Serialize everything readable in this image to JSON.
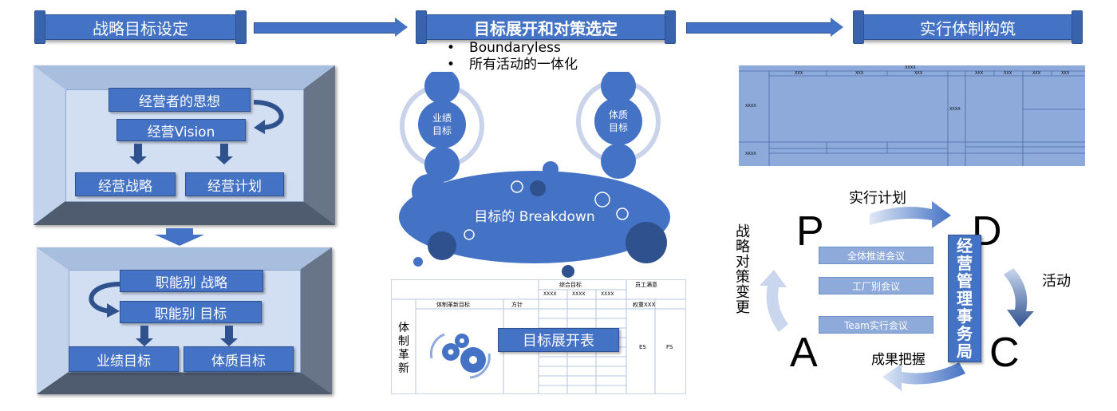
{
  "stages": {
    "s1": "战略目标设定",
    "s2": "目标展开和对策选定",
    "s3": "实行体制构筑"
  },
  "panel_top": {
    "thought": "经营者的思想",
    "vision": "经营Vision",
    "strategy": "经营战略",
    "plan": "经营计划"
  },
  "panel_bottom": {
    "func_strategy": "职能别  战略",
    "func_goal": "职能别  目标",
    "perf_goal": "业绩目标",
    "quality_goal": "体质目标"
  },
  "bullets": [
    "Boundaryless",
    "所有活动的一体化"
  ],
  "circles": {
    "left": "业绩\n目标",
    "right": "体质\n目标",
    "breakdown": "目标的 Breakdown"
  },
  "goal_table": {
    "title": "目标展开表",
    "col_reform": "体制革新目标",
    "col_plan": "方针",
    "col_overall": "综合目标",
    "col_staff": "员工满意",
    "col_weight": "权重XXX",
    "cells_xxx": [
      "XXXX",
      "XXXX",
      "XXXX"
    ],
    "es": "ES",
    "fs": "FS",
    "row_label": "体制革新"
  },
  "org_table": {
    "top": "XXXX",
    "left1": "XXXX",
    "left2": "XXXX",
    "mid": "XXXX",
    "heads": [
      "XXX",
      "XXX",
      "XXX",
      "XXX",
      "XXX",
      "XXX",
      "XXX"
    ]
  },
  "pdca": {
    "p": "P",
    "d": "D",
    "c": "C",
    "a": "A",
    "plan_label": "实行计划",
    "activity": "活动",
    "result": "成果把握",
    "strategy_change": "战略对策变更",
    "office": "经营管理事务局",
    "meetings": [
      "全体推进会议",
      "工厂别会议",
      "Team实行会议"
    ]
  },
  "colors": {
    "primary": "#4472c4",
    "dark": "#2f528f",
    "light": "#8eaadb",
    "panel": "#d2def2"
  }
}
